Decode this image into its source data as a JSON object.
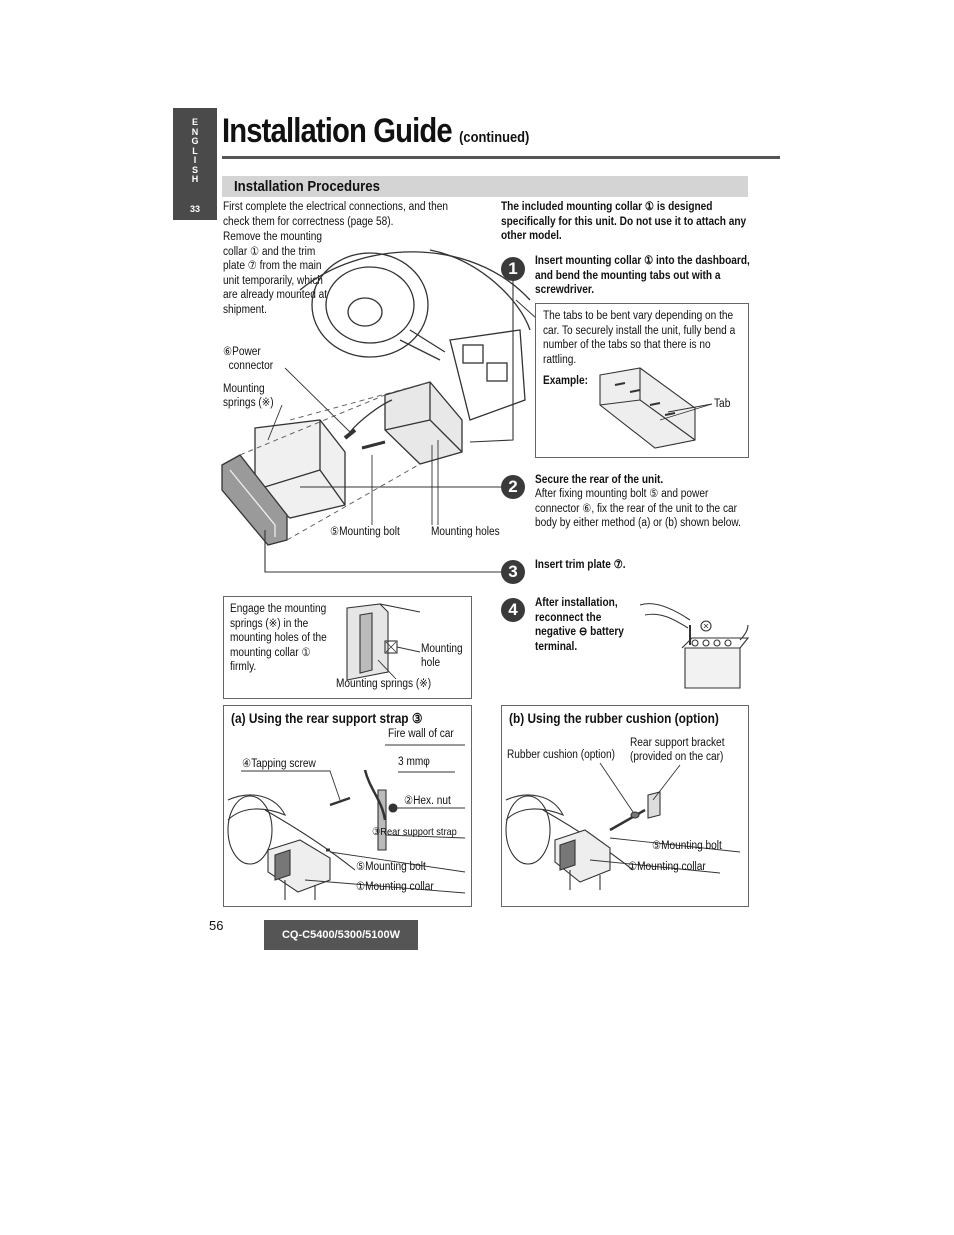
{
  "side_tab": {
    "letters": "E\nN\nG\nL\nI\nS\nH",
    "page": "33"
  },
  "header": {
    "title": "Installation Guide",
    "continued": "(continued)"
  },
  "section": {
    "title": "Installation Procedures"
  },
  "intro": {
    "line1": "First complete the electrical connections, and then check them for correctness (page 58).",
    "remove": "Remove the mounting collar ① and the trim plate ⑦ from the main unit temporarily, which are already mounted at shipment."
  },
  "main_labels": {
    "power_connector": "⑥Power\n  connector",
    "mounting_springs": "Mounting\nsprings (※)",
    "mounting_bolt": "⑤Mounting bolt",
    "mounting_holes": "Mounting holes"
  },
  "note_collar": "The included mounting collar ① is designed specifically for this unit. Do not use it to attach any other model.",
  "steps": [
    {
      "num": "1",
      "text": "Insert mounting collar ① into the dashboard, and bend the mounting tabs out with a screwdriver."
    },
    {
      "num": "2",
      "title": "Secure the rear of the unit.",
      "text": "After fixing mounting bolt ⑤ and power connector ⑥, fix the rear of the unit to the car body by either method (a) or (b) shown below."
    },
    {
      "num": "3",
      "text": "Insert trim plate ⑦."
    },
    {
      "num": "4",
      "text": "After installation, reconnect the negative ⊖ battery terminal."
    }
  ],
  "tabs_box": {
    "text": "The tabs to be bent vary depending on the car. To securely install the unit, fully bend a number of the tabs so that there is no rattling.",
    "example": "Example:",
    "tab": "Tab"
  },
  "engage_box": {
    "text": "Engage the mounting springs (※) in the mounting holes of the mounting collar ① firmly.",
    "mounting_hole": "Mounting\nhole",
    "mounting_springs": "Mounting springs (※)"
  },
  "box_a": {
    "title": "(a) Using the rear support strap ③",
    "fire_wall": "Fire wall of car",
    "tapping_screw": "④Tapping screw",
    "size": "3 mmφ",
    "hex_nut": "②Hex. nut",
    "rear_strap": "③Rear support strap",
    "mounting_bolt": "⑤Mounting bolt",
    "mounting_collar": "①Mounting collar"
  },
  "box_b": {
    "title": "(b) Using the rubber cushion (option)",
    "rear_bracket": "Rear support bracket\n(provided on the car)",
    "rubber_cushion": "Rubber cushion (option)",
    "mounting_bolt": "⑤Mounting bolt",
    "mounting_collar": "①Mounting collar"
  },
  "footer": {
    "page": "56",
    "model": "CQ-C5400/5300/5100W"
  }
}
